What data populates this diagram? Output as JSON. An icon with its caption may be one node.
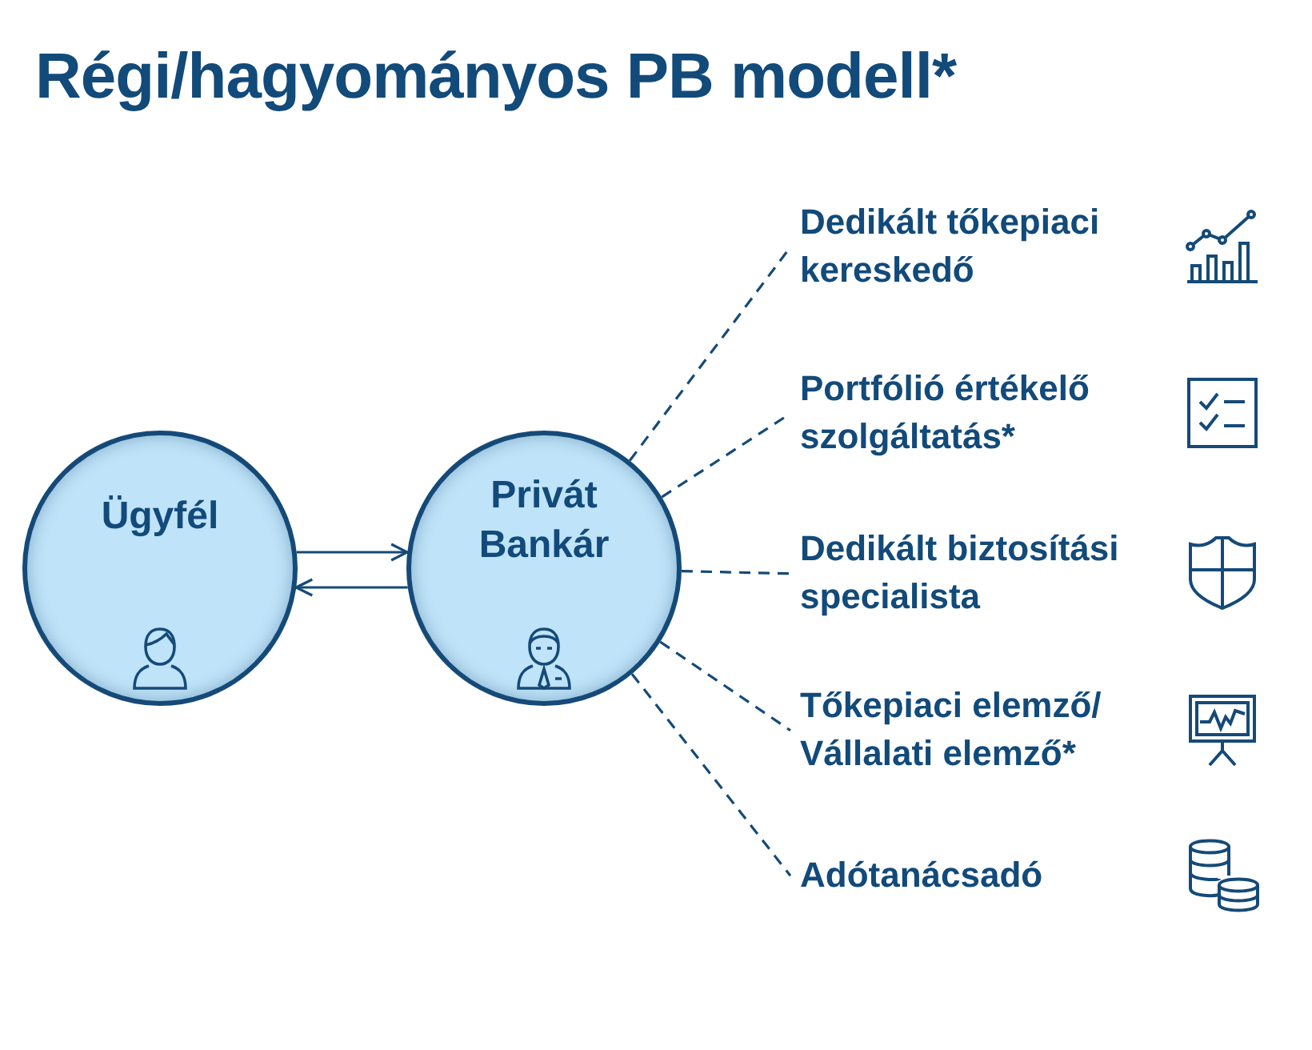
{
  "diagram": {
    "title": "Régi/hagyományos PB modell*",
    "nodes": [
      {
        "text": [
          "Ügyfél"
        ]
      },
      {
        "text": [
          "Privát Bankár"
        ]
      },
      {
        "text": [
          "Dedikált tőkepiaci kereskedő"
        ]
      },
      {
        "text": [
          "Portfólió értékelő szolgáltatás*"
        ]
      },
      {
        "text": [
          "Dedikált biztosítási specialista"
        ]
      },
      {
        "text": [
          "Tőkepiaci elemző/ Vállalati elemző*"
        ]
      },
      {
        "text": [
          "Adótanácsadó"
        ]
      }
    ],
    "edges": [
      {
        "from": 0,
        "to": 1,
        "arrow": "to"
      },
      {
        "from": 1,
        "to": 0,
        "arrow": "to"
      },
      {
        "from": 1,
        "to": 2,
        "arrow": "none",
        "style": "dashed"
      },
      {
        "from": 1,
        "to": 3,
        "arrow": "none",
        "style": "dashed"
      },
      {
        "from": 1,
        "to": 4,
        "arrow": "none",
        "style": "dashed"
      },
      {
        "from": 1,
        "to": 5,
        "arrow": "none",
        "style": "dashed"
      },
      {
        "from": 1,
        "to": 6,
        "arrow": "none",
        "style": "dashed"
      }
    ]
  }
}
